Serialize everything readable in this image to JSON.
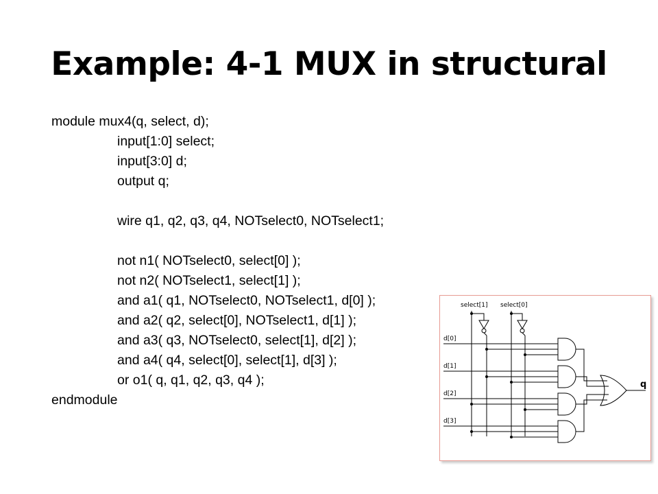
{
  "slide": {
    "title": "Example: 4-1 MUX in structural"
  },
  "code": {
    "lines": [
      {
        "text": "module mux4(q, select, d);",
        "indent": false
      },
      {
        "text": "input[1:0] select;",
        "indent": true
      },
      {
        "text": "input[3:0] d;",
        "indent": true
      },
      {
        "text": "output q;",
        "indent": true
      },
      {
        "text": "",
        "indent": true
      },
      {
        "text": "wire q1, q2, q3, q4, NOTselect0, NOTselect1;",
        "indent": true
      },
      {
        "text": "",
        "indent": true
      },
      {
        "text": "not n1( NOTselect0, select[0] );",
        "indent": true
      },
      {
        "text": "not n2( NOTselect1, select[1] );",
        "indent": true
      },
      {
        "text": "and a1( q1, NOTselect0, NOTselect1, d[0] );",
        "indent": true
      },
      {
        "text": "and a2( q2, select[0], NOTselect1, d[1] );",
        "indent": true
      },
      {
        "text": "and a3( q3, NOTselect0, select[1], d[2] );",
        "indent": true
      },
      {
        "text": "and a4( q4, select[0], select[1], d[3] );",
        "indent": true
      },
      {
        "text": "or o1( q, q1, q2, q3, q4 );",
        "indent": true
      },
      {
        "text": "endmodule",
        "indent": false
      }
    ]
  },
  "circuit": {
    "select1_label": "select[1]",
    "select0_label": "select[0]",
    "d0_label": "d[0]",
    "d1_label": "d[1]",
    "d2_label": "d[2]",
    "d3_label": "d[3]",
    "output_label": "q"
  }
}
